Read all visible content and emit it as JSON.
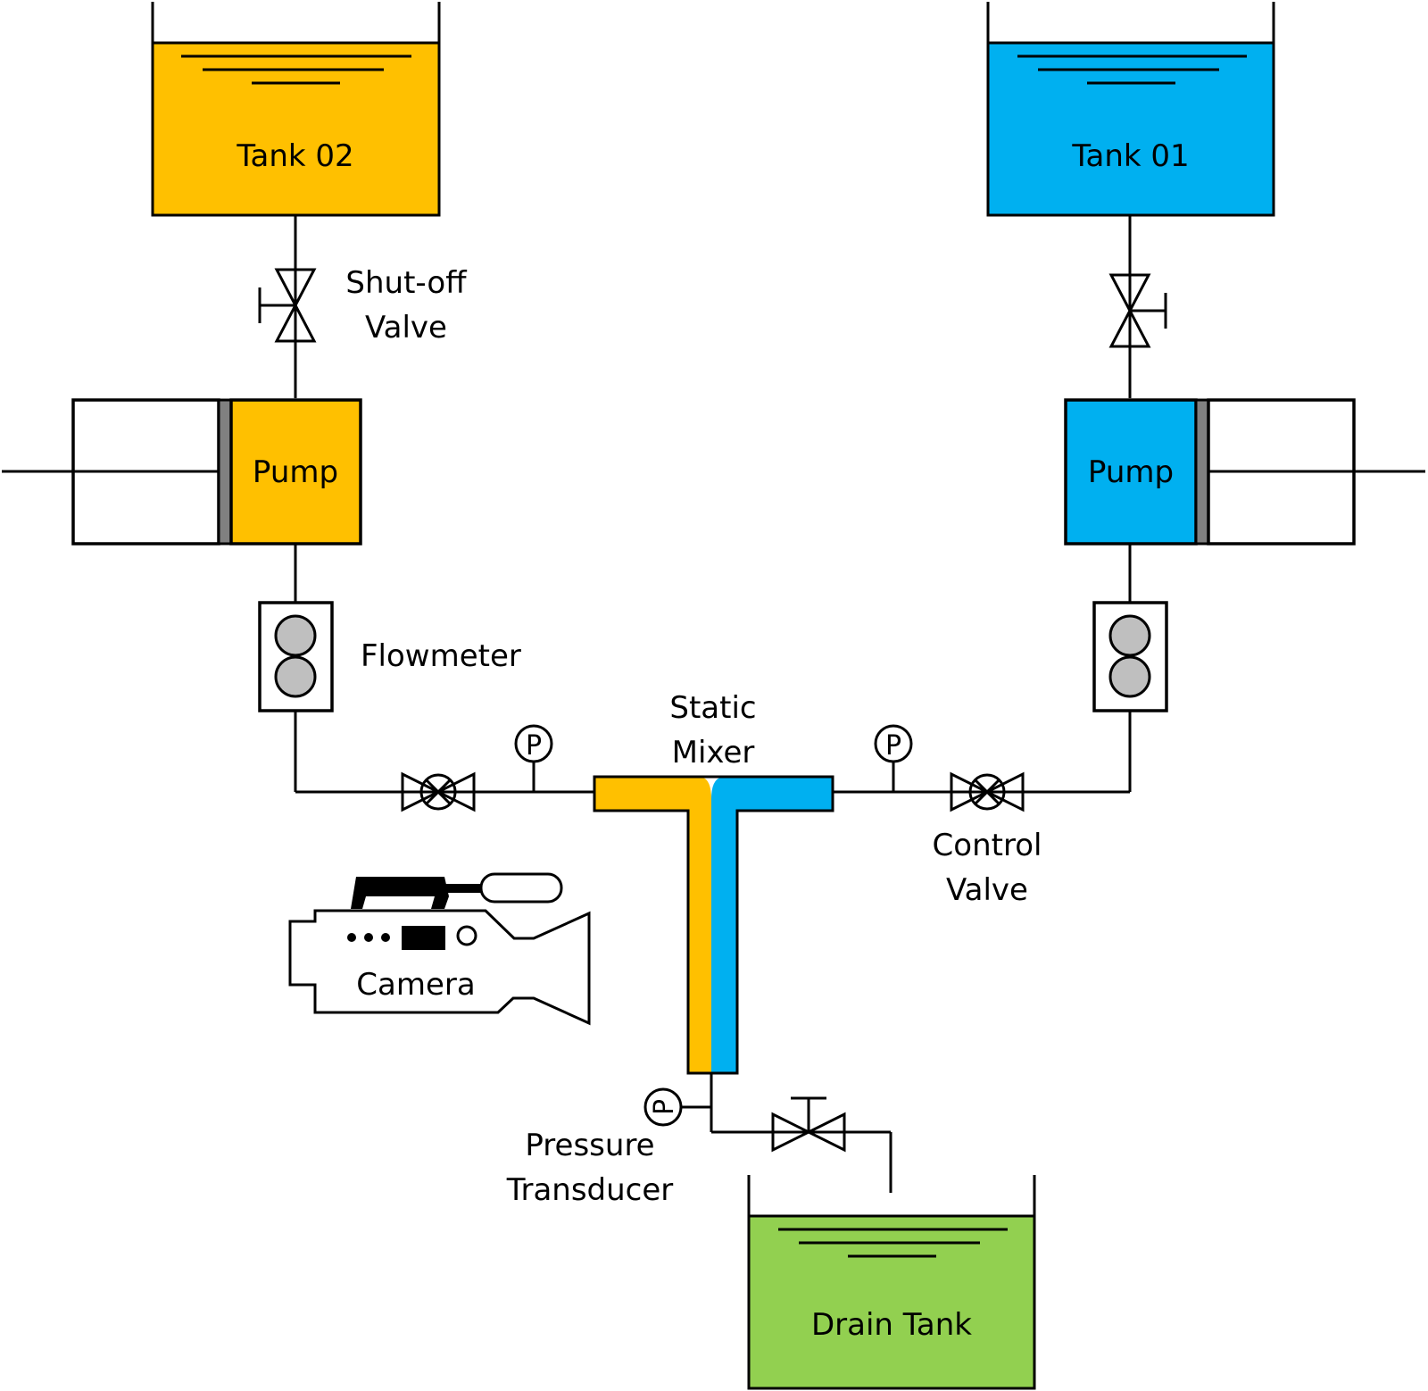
{
  "colors": {
    "orange": "#ffc000",
    "blue": "#00b0f0",
    "green": "#92d050",
    "gray": "#808080",
    "light_gray": "#bfbfbf"
  },
  "tanks": {
    "tank02": "Tank 02",
    "tank01": "Tank 01",
    "drain": "Drain Tank"
  },
  "pumps": {
    "left": "Pump",
    "right": "Pump"
  },
  "labels": {
    "shutoff_line1": "Shut-off",
    "shutoff_line2": "Valve",
    "flowmeter": "Flowmeter",
    "mixer_line1": "Static",
    "mixer_line2": "Mixer",
    "control_line1": "Control",
    "control_line2": "Valve",
    "camera": "Camera",
    "pressure_line1": "Pressure",
    "pressure_line2": "Transducer"
  },
  "gauge_symbol": "P"
}
